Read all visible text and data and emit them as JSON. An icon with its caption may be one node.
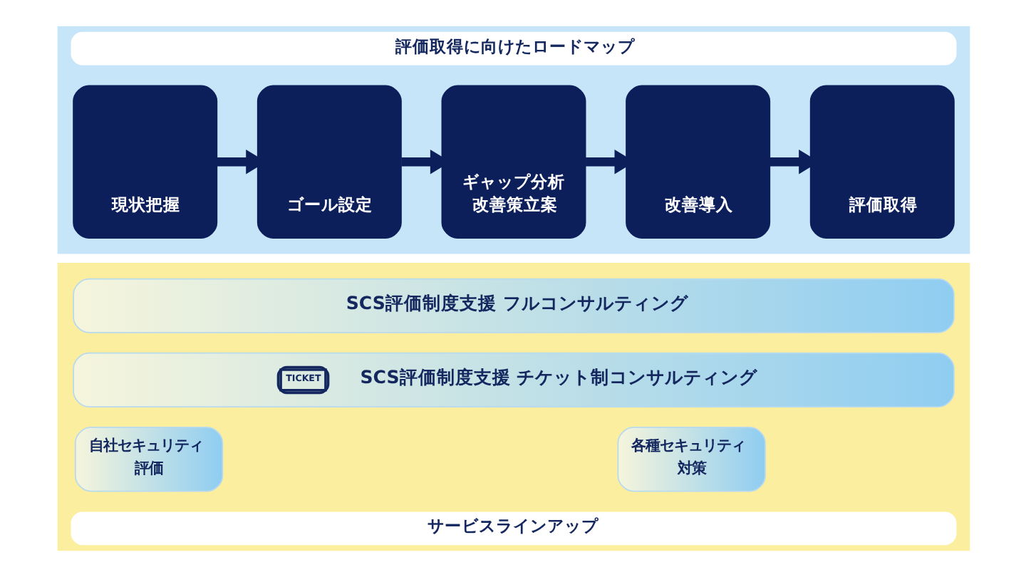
{
  "diagram": {
    "nodes": [
      {
        "text": [
          "評価取得に向けたロードマップ"
        ]
      },
      {
        "text": [
          "現状把握"
        ],
        "in": 0
      },
      {
        "text": [
          "ゴール設定"
        ],
        "in": 0
      },
      {
        "text": [
          "ギャップ分析改善策立案"
        ],
        "in": 0
      },
      {
        "text": [
          "改善導入"
        ],
        "in": 0
      },
      {
        "text": [
          "評価取得"
        ],
        "in": 0
      },
      {
        "text": [
          "サービスラインアップ"
        ]
      },
      {
        "text": [
          "SCS評価制度支援 フルコンサルティング"
        ],
        "in": 6
      },
      {
        "text": [
          "TICKET",
          "SCS評価制度支援 チケット制コンサルティング"
        ],
        "in": 6
      },
      {
        "text": [
          "自社セキュリティ評価"
        ],
        "in": 6
      },
      {
        "text": [
          "各種セキュリティ対策"
        ],
        "in": 6
      }
    ],
    "edges": [
      {
        "from": 1,
        "to": 2,
        "arrow": "to"
      },
      {
        "from": 2,
        "to": 3,
        "arrow": "to"
      },
      {
        "from": 3,
        "to": 4,
        "arrow": "to"
      },
      {
        "from": 4,
        "to": 5,
        "arrow": "to"
      }
    ]
  }
}
